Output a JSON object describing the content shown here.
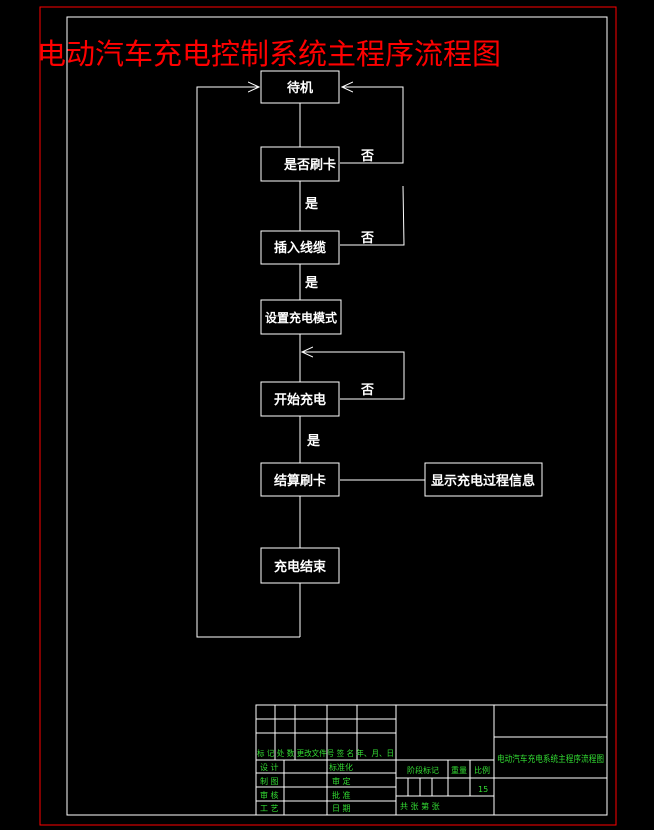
{
  "title": "电动汽车充电控制系统主程序流程图",
  "nodes": {
    "standby": "待机",
    "swipe_check": "是否刷卡",
    "plug_cable": "插入线缆",
    "set_mode": "设置充电模式",
    "start_charge": "开始充电",
    "settle_card": "结算刷卡",
    "display_info": "显示充电过程信息",
    "end_charge": "充电结束"
  },
  "edge_labels": {
    "no_1": "否",
    "no_2": "否",
    "no_3": "否",
    "yes_1": "是",
    "yes_2": "是",
    "yes_3": "是"
  },
  "title_block": {
    "header_row": "标 记 处 数 更改文件号 签 名 年、月、日",
    "design": "设 计",
    "standardize": "标准化",
    "draft": "制 图",
    "review": "审 定",
    "check": "审 核",
    "approve": "批 准",
    "process": "工 艺",
    "date": "日 期",
    "stage_mark": "阶段标记",
    "weight": "重量",
    "scale": "比例",
    "scale_value": "15",
    "sheet_info": "共 张 第 张",
    "drawing_name": "电动汽车充电系统主程序流程图"
  },
  "colors": {
    "background": "#000000",
    "lines": "#ffffff",
    "title": "#ff0000",
    "border": "#ff0000",
    "title_block_text": "#33dd33"
  }
}
